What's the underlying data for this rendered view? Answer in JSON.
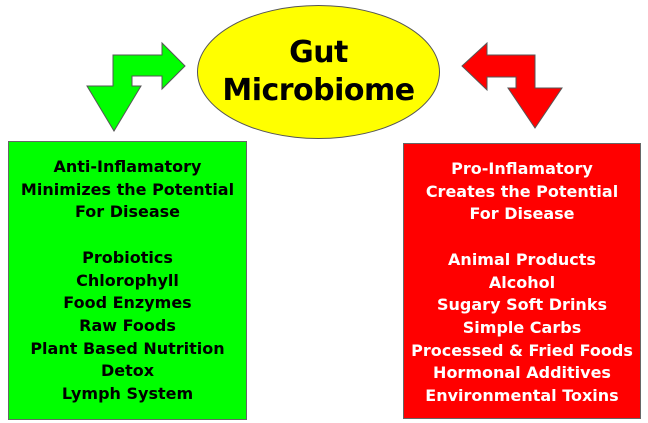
{
  "center": {
    "title_line1": "Gut",
    "title_line2": "Microbiome",
    "fill_color": "#ffff00"
  },
  "left_panel": {
    "fill_color": "#00ff00",
    "text_color": "#000000",
    "header": [
      "Anti-Inflamatory",
      "Minimizes the Potential",
      "For Disease"
    ],
    "items": [
      "Probiotics",
      "Chlorophyll",
      "Food Enzymes",
      "Raw Foods",
      "Plant Based Nutrition",
      "Detox",
      "Lymph System"
    ]
  },
  "right_panel": {
    "fill_color": "#ff0000",
    "text_color": "#ffffff",
    "header": [
      "Pro-Inflamatory",
      "Creates the Potential",
      "For Disease"
    ],
    "items": [
      "Animal Products",
      "Alcohol",
      "Sugary Soft Drinks",
      "Simple Carbs",
      "Processed & Fried Foods",
      "Hormonal Additives",
      "Environmental Toxins"
    ]
  },
  "arrows": {
    "left": {
      "icon": "bent-arrow-down-left-icon",
      "color": "#00ff00"
    },
    "right": {
      "icon": "bent-arrow-down-right-icon",
      "color": "#ff0000"
    }
  }
}
